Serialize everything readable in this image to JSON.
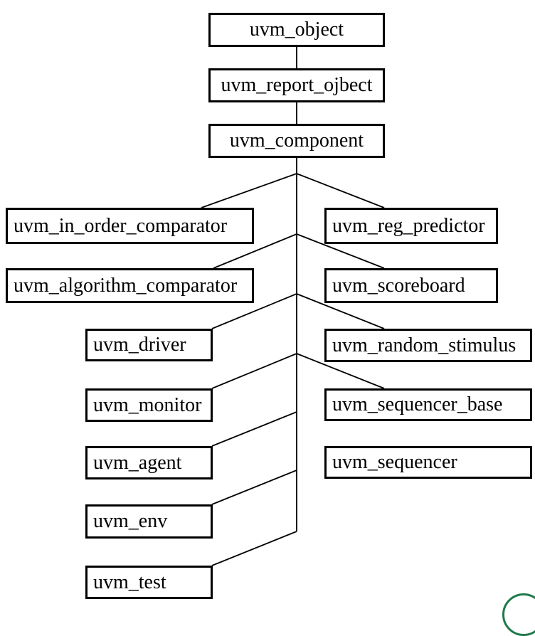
{
  "diagram": {
    "title": "",
    "nodes": {
      "uvm_object": "uvm_object",
      "uvm_report_object": "uvm_report_ojbect",
      "uvm_component": "uvm_component",
      "uvm_in_order_comparator": "uvm_in_order_comparator",
      "uvm_reg_predictor": "uvm_reg_predictor",
      "uvm_algorithm_comparator": "uvm_algorithm_comparator",
      "uvm_scoreboard": "uvm_scoreboard",
      "uvm_driver": "uvm_driver",
      "uvm_random_stimulus": "uvm_random_stimulus",
      "uvm_monitor": "uvm_monitor",
      "uvm_sequencer_base": "uvm_sequencer_base",
      "uvm_agent": "uvm_agent",
      "uvm_sequencer": "uvm_sequencer",
      "uvm_env": "uvm_env",
      "uvm_test": "uvm_test"
    },
    "edges": [
      [
        "uvm_object",
        "uvm_report_object"
      ],
      [
        "uvm_report_object",
        "uvm_component"
      ],
      [
        "uvm_component",
        "uvm_in_order_comparator"
      ],
      [
        "uvm_component",
        "uvm_reg_predictor"
      ],
      [
        "uvm_component",
        "uvm_algorithm_comparator"
      ],
      [
        "uvm_component",
        "uvm_scoreboard"
      ],
      [
        "uvm_component",
        "uvm_driver"
      ],
      [
        "uvm_component",
        "uvm_random_stimulus"
      ],
      [
        "uvm_component",
        "uvm_monitor"
      ],
      [
        "uvm_component",
        "uvm_sequencer_base"
      ],
      [
        "uvm_component",
        "uvm_agent"
      ],
      [
        "uvm_component",
        "uvm_env"
      ],
      [
        "uvm_component",
        "uvm_test"
      ]
    ]
  },
  "colors": {
    "line": "#000000",
    "box_border": "#000000",
    "box_fill": "#ffffff",
    "logo": "#1f7a4a"
  }
}
